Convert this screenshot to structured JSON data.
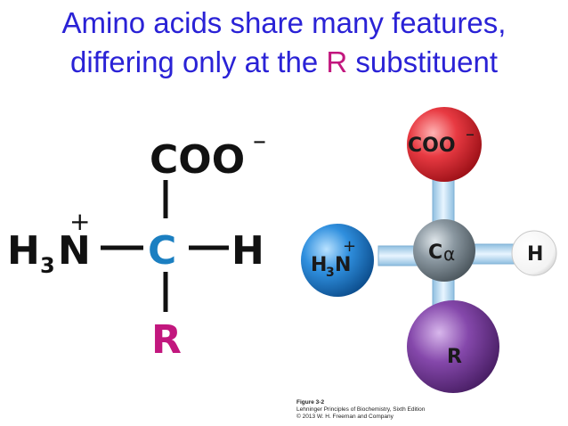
{
  "title": {
    "line1": "Amino acids share many features,",
    "line2_prefix": "differing only at the ",
    "line2_r": "R",
    "line2_suffix": " substituent"
  },
  "colors": {
    "title": "#2a22d6",
    "r_highlight": "#c2177e",
    "carbon_blue": "#1b7fc1",
    "coo_sphere": "#e3333b",
    "nh3_sphere": "#2f8fde",
    "calpha_sphere": "#7d8a93",
    "h_sphere": "#ffffff",
    "r_sphere": "#8147a6",
    "bond": "#bcdcf2"
  },
  "structural_formula": {
    "carboxyl": "COO",
    "carboxyl_charge": "–",
    "amino_h": "H",
    "amino_subscript": "3",
    "amino_n": "N",
    "amino_charge": "+",
    "alpha_carbon": "C",
    "hydrogen": "H",
    "side_chain": "R"
  },
  "ball_stick_model": {
    "carboxyl": "COO",
    "carboxyl_charge": "–",
    "amino_h": "H",
    "amino_subscript": "3",
    "amino_n": "N",
    "amino_charge": "+",
    "alpha_carbon": "C",
    "alpha_symbol": "α",
    "hydrogen": "H",
    "side_chain": "R"
  },
  "caption": {
    "figure": "Figure 3-2",
    "book": "Lehninger Principles of Biochemistry",
    "edition": ", Sixth Edition",
    "copyright": "© 2013 W. H. Freeman and Company"
  }
}
